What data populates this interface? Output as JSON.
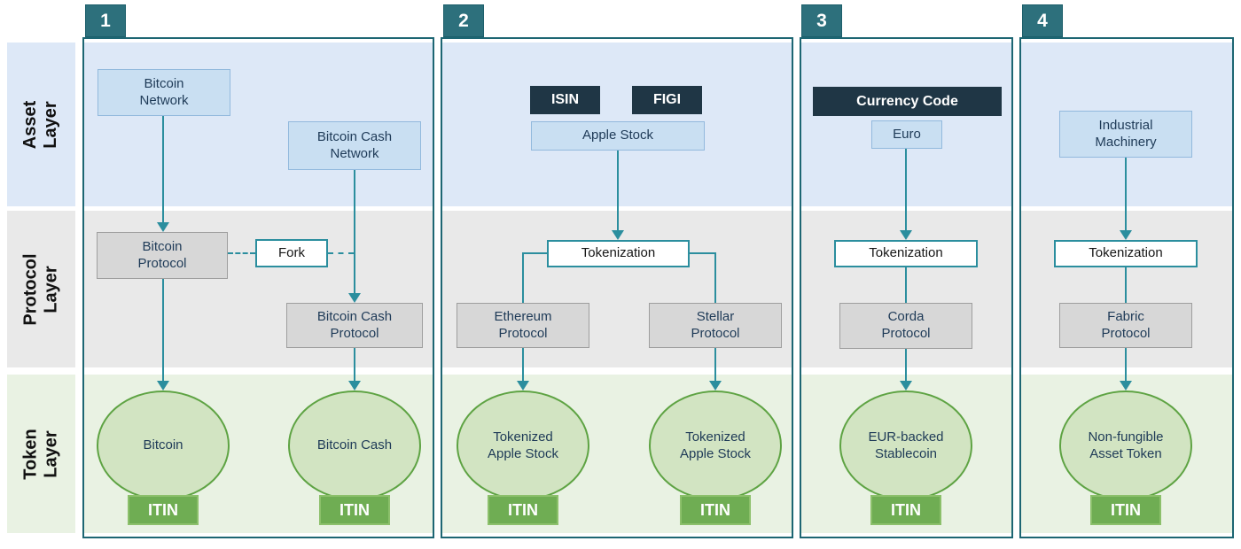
{
  "layers": [
    {
      "id": "asset",
      "label": "Asset\nLayer"
    },
    {
      "id": "protocol",
      "label": "Protocol\nLayer"
    },
    {
      "id": "token",
      "label": "Token Layer"
    }
  ],
  "sections": [
    {
      "number": "1"
    },
    {
      "number": "2"
    },
    {
      "number": "3"
    },
    {
      "number": "4"
    }
  ],
  "nodes": {
    "bitcoin_network": "Bitcoin\nNetwork",
    "bitcoin_cash_network": "Bitcoin Cash\nNetwork",
    "bitcoin_protocol": "Bitcoin\nProtocol",
    "fork": "Fork",
    "bitcoin_cash_protocol": "Bitcoin Cash\nProtocol",
    "bitcoin_token": "Bitcoin",
    "bitcoin_cash_token": "Bitcoin Cash",
    "isin": "ISIN",
    "figi": "FIGI",
    "apple_stock": "Apple Stock",
    "tokenization": "Tokenization",
    "ethereum_protocol": "Ethereum\nProtocol",
    "stellar_protocol": "Stellar\nProtocol",
    "tokenized_apple_stock": "Tokenized\nApple Stock",
    "currency_code": "Currency Code",
    "euro": "Euro",
    "corda_protocol": "Corda\nProtocol",
    "eur_stablecoin": "EUR-backed\nStablecoin",
    "industrial_machinery": "Industrial\nMachinery",
    "fabric_protocol": "Fabric\nProtocol",
    "nonfungible_token": "Non-fungible\nAsset Token",
    "itin": "ITIN"
  },
  "colors": {
    "section_border_teal": "#1d6673",
    "tab_teal": "#2d707c",
    "connector_teal": "#2b8e9e",
    "dark_identifier_box": "#1f3645",
    "asset_band": "#dde8f7",
    "asset_box_fill": "#c9dff2",
    "asset_box_border": "#92b9dd",
    "protocol_band": "#e9e9e9",
    "protocol_box_fill": "#d7d7d7",
    "protocol_box_border": "#9e9e9e",
    "token_band": "#e9f2e3",
    "token_circle_fill": "#d2e4c2",
    "token_circle_border": "#5ea343",
    "itin_badge_green": "#6fad53"
  }
}
